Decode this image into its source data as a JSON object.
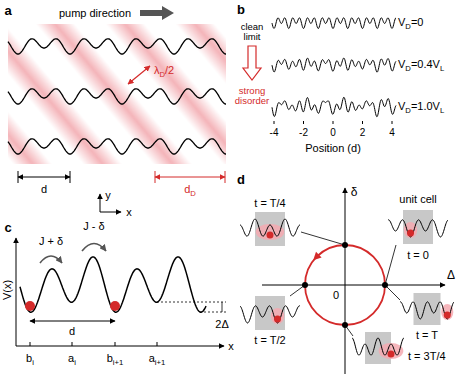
{
  "diagram": {
    "labels": [
      "a",
      "pump direction",
      "λ",
      "D",
      "/2",
      "d",
      "d",
      "D",
      "y",
      "x",
      "b",
      "clean limit",
      "strong disorder",
      "V",
      "D",
      "=0",
      "V",
      "D",
      "=0.4V",
      "L",
      "V",
      "D",
      "=1.0V",
      "L",
      "-4",
      "-2",
      "0",
      "2",
      "4",
      "Position (d)",
      "c",
      "J + δ",
      "J - δ",
      "d",
      "2Δ",
      "V(x)",
      "x",
      "b",
      "i",
      "a",
      "i",
      "b",
      "i+1",
      "a",
      "i+1",
      "d",
      "δ",
      "Δ",
      "0",
      "unit cell",
      "t = T/4",
      "t = 0",
      "t = T/2",
      "t = T",
      "t = 3T/4"
    ]
  }
}
